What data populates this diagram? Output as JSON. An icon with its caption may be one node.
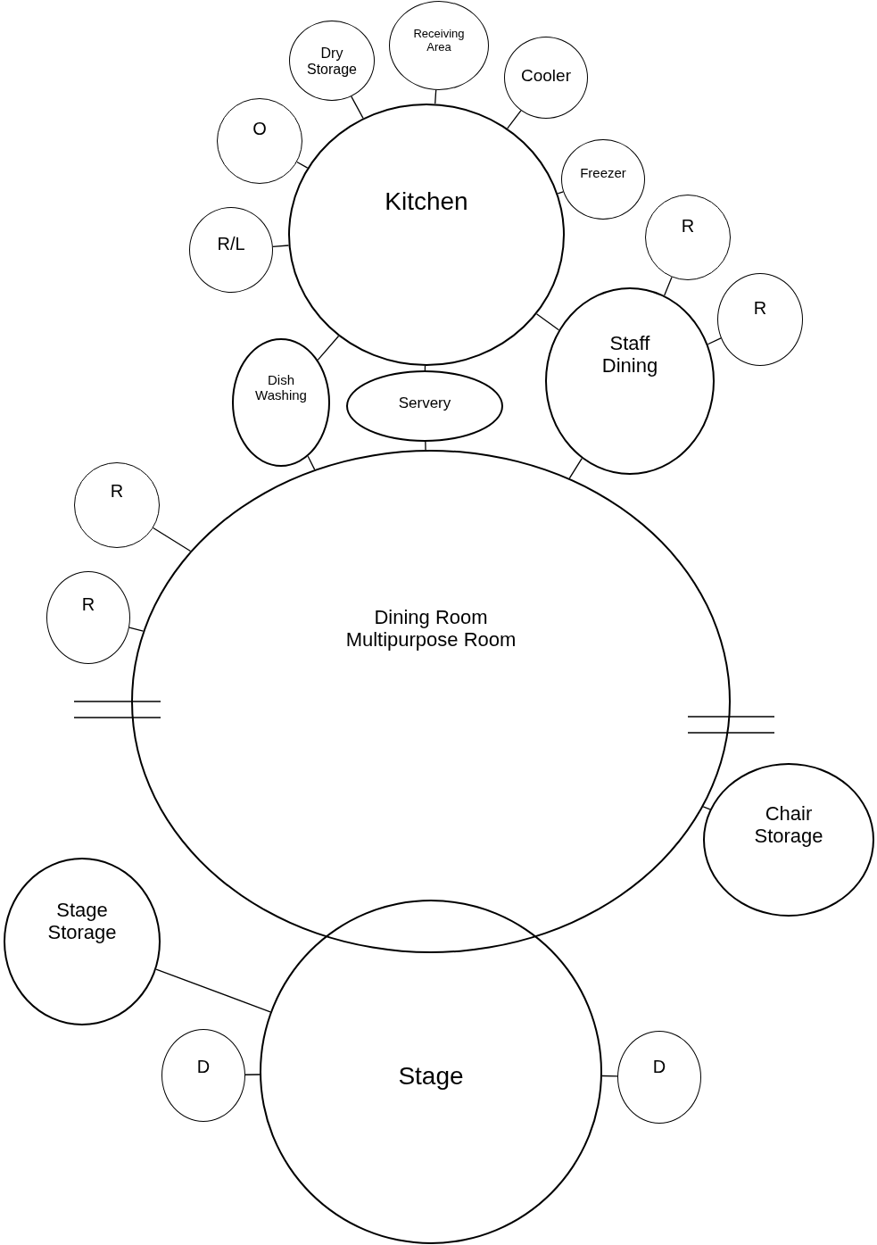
{
  "diagram": {
    "nodes": [
      {
        "text": [
          "Kitchen"
        ]
      },
      {
        "text": [
          "Dry Storage"
        ]
      },
      {
        "text": [
          "Receiving Area"
        ]
      },
      {
        "text": [
          "Cooler"
        ]
      },
      {
        "text": [
          "Freezer"
        ]
      },
      {
        "text": [
          "O"
        ]
      },
      {
        "text": [
          "R/L"
        ]
      },
      {
        "text": [
          "Staff Dining"
        ]
      },
      {
        "text": [
          "R"
        ]
      },
      {
        "text": [
          "R"
        ]
      },
      {
        "text": [
          "Dish Washing"
        ]
      },
      {
        "text": [
          "Servery"
        ]
      },
      {
        "text": [
          "Dining Room Multipurpose Room"
        ]
      },
      {
        "text": [
          "R"
        ]
      },
      {
        "text": [
          "R"
        ]
      },
      {
        "text": [
          "Chair Storage"
        ]
      },
      {
        "text": [
          "Stage Storage"
        ]
      },
      {
        "text": [
          "Stage"
        ]
      },
      {
        "text": [
          "D"
        ]
      },
      {
        "text": [
          "D"
        ]
      }
    ],
    "edges": [
      {
        "from": 0,
        "to": 1,
        "arrow": "none"
      },
      {
        "from": 0,
        "to": 2,
        "arrow": "none"
      },
      {
        "from": 0,
        "to": 3,
        "arrow": "none"
      },
      {
        "from": 0,
        "to": 4,
        "arrow": "none"
      },
      {
        "from": 0,
        "to": 5,
        "arrow": "none"
      },
      {
        "from": 0,
        "to": 6,
        "arrow": "none"
      },
      {
        "from": 0,
        "to": 7,
        "arrow": "none"
      },
      {
        "from": 7,
        "to": 8,
        "arrow": "none"
      },
      {
        "from": 7,
        "to": 9,
        "arrow": "none"
      },
      {
        "from": 0,
        "to": 10,
        "arrow": "none"
      },
      {
        "from": 0,
        "to": 11,
        "arrow": "none"
      },
      {
        "from": 12,
        "to": 10,
        "arrow": "none"
      },
      {
        "from": 12,
        "to": 11,
        "arrow": "none"
      },
      {
        "from": 12,
        "to": 7,
        "arrow": "none"
      },
      {
        "from": 12,
        "to": 13,
        "arrow": "none"
      },
      {
        "from": 12,
        "to": 14,
        "arrow": "none"
      },
      {
        "from": 12,
        "to": 15,
        "arrow": "none"
      },
      {
        "from": 17,
        "to": 16,
        "arrow": "none"
      },
      {
        "from": 17,
        "to": 18,
        "arrow": "none"
      },
      {
        "from": 17,
        "to": 19,
        "arrow": "none"
      }
    ]
  }
}
